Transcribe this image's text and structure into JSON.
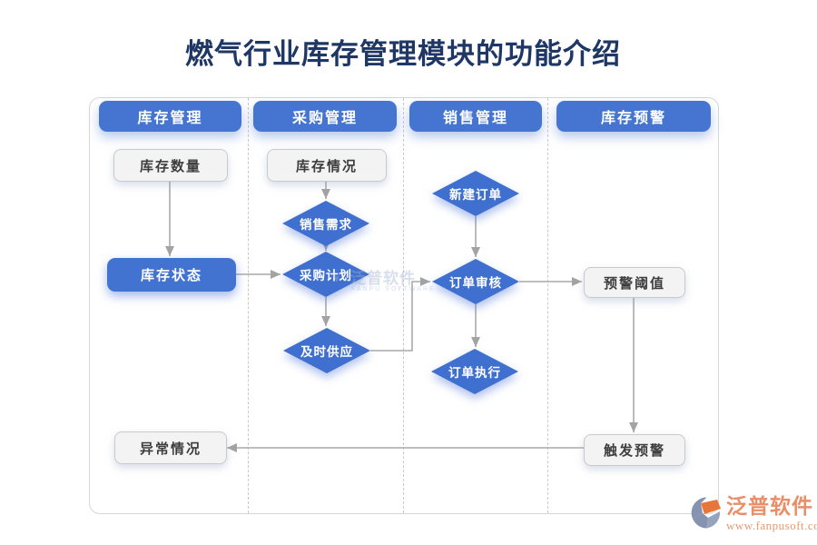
{
  "title": "燃气行业库存管理模块的功能介绍",
  "colors": {
    "title_navy": "#1e3765",
    "header_blue": "#4575d1",
    "node_blue": "#4070cf",
    "gray_box_fill": "#f3f3f3",
    "gray_box_border": "#c9c9c9",
    "arrow_gray": "#a3a3a3",
    "watermark_orange": "#e98e67"
  },
  "lanes": [
    {
      "label": "库存管理",
      "nodes": [
        {
          "label": "库存数量"
        },
        {
          "label": "库存状态"
        },
        {
          "label": "异常情况"
        }
      ]
    },
    {
      "label": "采购管理",
      "nodes": [
        {
          "label": "库存情况"
        },
        {
          "label": "销售需求"
        },
        {
          "label": "采购计划"
        },
        {
          "label": "及时供应"
        }
      ]
    },
    {
      "label": "销售管理",
      "nodes": [
        {
          "label": "新建订单"
        },
        {
          "label": "订单审核"
        },
        {
          "label": "订单执行"
        }
      ]
    },
    {
      "label": "库存预警",
      "nodes": [
        {
          "label": "预警阈值"
        },
        {
          "label": "触发预警"
        }
      ]
    }
  ],
  "edges": [
    {
      "from": "库存数量",
      "to": "库存状态"
    },
    {
      "from": "库存状态",
      "to": "采购计划"
    },
    {
      "from": "库存情况",
      "to": "销售需求"
    },
    {
      "from": "销售需求",
      "to": "采购计划"
    },
    {
      "from": "采购计划",
      "to": "及时供应"
    },
    {
      "from": "及时供应",
      "to": "订单审核"
    },
    {
      "from": "新建订单",
      "to": "订单审核"
    },
    {
      "from": "订单审核",
      "to": "订单执行"
    },
    {
      "from": "订单审核",
      "to": "预警阈值"
    },
    {
      "from": "预警阈值",
      "to": "触发预警"
    },
    {
      "from": "触发预警",
      "to": "异常情况"
    }
  ],
  "watermarks": {
    "center": {
      "brand": "泛普软件",
      "sub": "FANPU SOFTWARE"
    },
    "corner": {
      "brand": "泛普软件",
      "url": "www.fanpusoft.com"
    }
  }
}
